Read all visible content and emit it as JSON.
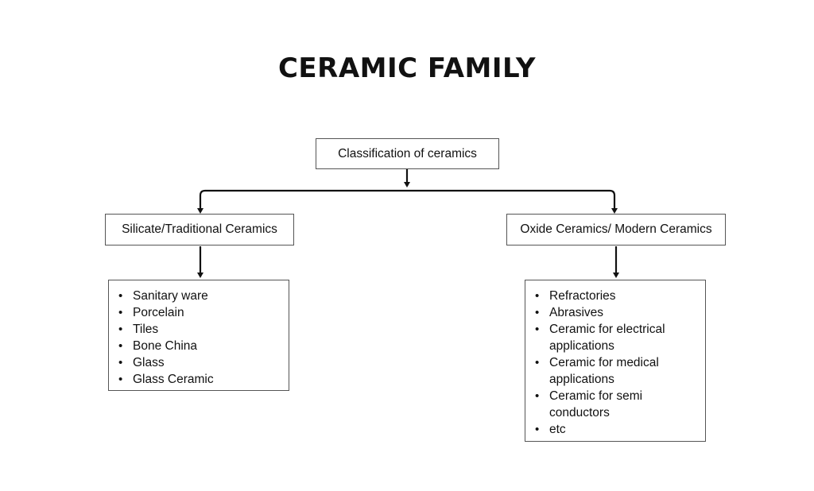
{
  "title": "CERAMIC FAMILY",
  "root": {
    "label": "Classification of ceramics"
  },
  "branches": [
    {
      "label": "Silicate/Traditional Ceramics",
      "items": [
        "Sanitary ware",
        "Porcelain",
        "Tiles",
        "Bone China",
        "Glass",
        "Glass Ceramic"
      ]
    },
    {
      "label": "Oxide Ceramics/ Modern Ceramics",
      "items": [
        "Refractories",
        "Abrasives",
        "Ceramic for electrical applications",
        "Ceramic for medical applications",
        "Ceramic for semi conductors",
        "etc"
      ]
    }
  ],
  "colors": {
    "line": "#111111",
    "border": "#555555",
    "text": "#111111",
    "background": "#ffffff"
  }
}
